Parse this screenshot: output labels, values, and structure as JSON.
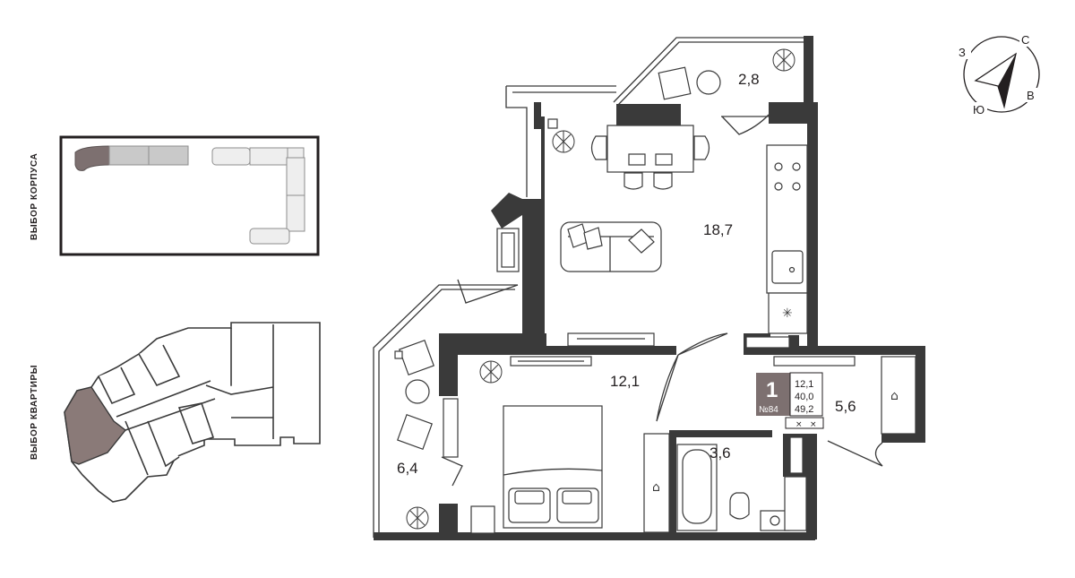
{
  "side_labels": {
    "building_select": "ВЫБОР КОРПУСА",
    "apartment_select": "ВЫБОР КВАРТИРЫ"
  },
  "compass": {
    "north": "С",
    "west": "З",
    "east": "В",
    "south": "Ю"
  },
  "rooms": {
    "balcony_top": "2,8",
    "living_kitchen": "18,7",
    "bedroom": "12,1",
    "balcony_left": "6,4",
    "hall": "5,6",
    "bathroom": "3,6"
  },
  "badge": {
    "rooms_count": "1",
    "apartment_number": "№84",
    "living_area": "12,1",
    "total_area": "40,0",
    "full_area": "49,2"
  },
  "colors": {
    "wall": "#3a3a3a",
    "highlight": "#8a7a78",
    "building_selected": "#7d7070",
    "building_other": "#c9c9c9",
    "building_light": "#eeeeee"
  }
}
